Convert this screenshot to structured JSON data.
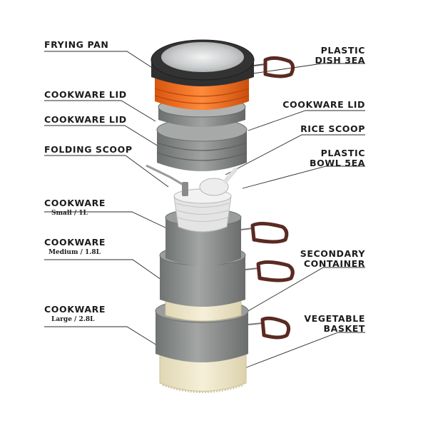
{
  "labels": {
    "frying_pan": "FRYING PAN",
    "cookware_lid_left_1": "COOKWARE LID",
    "cookware_lid_left_2": "COOKWARE LID",
    "folding_scoop": "FOLDING SCOOP",
    "cookware_small": "COOKWARE",
    "cookware_small_size": "Small / 1L",
    "cookware_medium": "COOKWARE",
    "cookware_medium_size": "Medium / 1.8L",
    "cookware_large": "COOKWARE",
    "cookware_large_size": "Large / 2.8L",
    "plastic_dish_line1": "PLASTIC",
    "plastic_dish_line2": "DISH 3EA",
    "cookware_lid_right": "COOKWARE LID",
    "rice_scoop": "RICE SCOOP",
    "plastic_bowl_line1": "PLASTIC",
    "plastic_bowl_line2": "BOWL 5EA",
    "secondary_line1": "SECONDARY",
    "secondary_line2": "CONTAINER",
    "vegetable_line1": "VEGETABLE",
    "vegetable_line2": "BASKET"
  },
  "colors": {
    "pot_grey": "#8c8f8e",
    "pan_black": "#2c2c2c",
    "lid_orange": "#f06a1c",
    "handle_brown": "#5a2a22",
    "basket_cream": "#efe7c8"
  }
}
